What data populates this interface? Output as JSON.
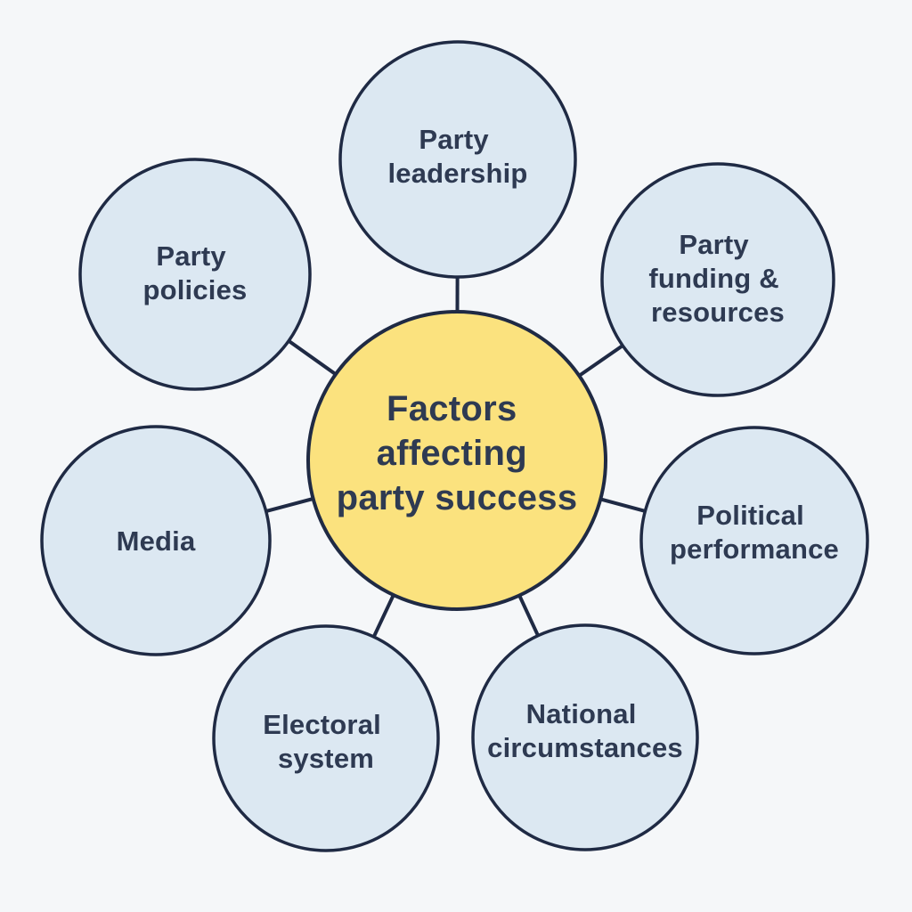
{
  "diagram": {
    "type": "mind-map",
    "background_color": "#F5F7F9",
    "connector_color": "#1F2A44",
    "node_border_color": "#1F2A44",
    "text_color": "#2E3A52",
    "center_node": {
      "label": "Factors affecting party success",
      "lines": [
        "Factors",
        "affecting",
        "party success"
      ],
      "fill": "#FBE27E"
    },
    "nodes": [
      {
        "id": "party-leadership",
        "label": "Party leadership",
        "lines": [
          "Party",
          "leadership"
        ],
        "fill": "#DCE8F2"
      },
      {
        "id": "party-funding-resources",
        "label": "Party funding & resources",
        "lines": [
          "Party",
          "funding &",
          "resources"
        ],
        "fill": "#DCE8F2"
      },
      {
        "id": "political-performance",
        "label": "Political performance",
        "lines": [
          "Political",
          "performance"
        ],
        "fill": "#DCE8F2"
      },
      {
        "id": "national-circumstances",
        "label": "National circumstances",
        "lines": [
          "National",
          "circumstances"
        ],
        "fill": "#DCE8F2"
      },
      {
        "id": "electoral-system",
        "label": "Electoral system",
        "lines": [
          "Electoral",
          "system"
        ],
        "fill": "#DCE8F2"
      },
      {
        "id": "media",
        "label": "Media",
        "lines": [
          "Media"
        ],
        "fill": "#DCE8F2"
      },
      {
        "id": "party-policies",
        "label": "Party policies",
        "lines": [
          "Party",
          "policies"
        ],
        "fill": "#DCE8F2"
      }
    ]
  }
}
